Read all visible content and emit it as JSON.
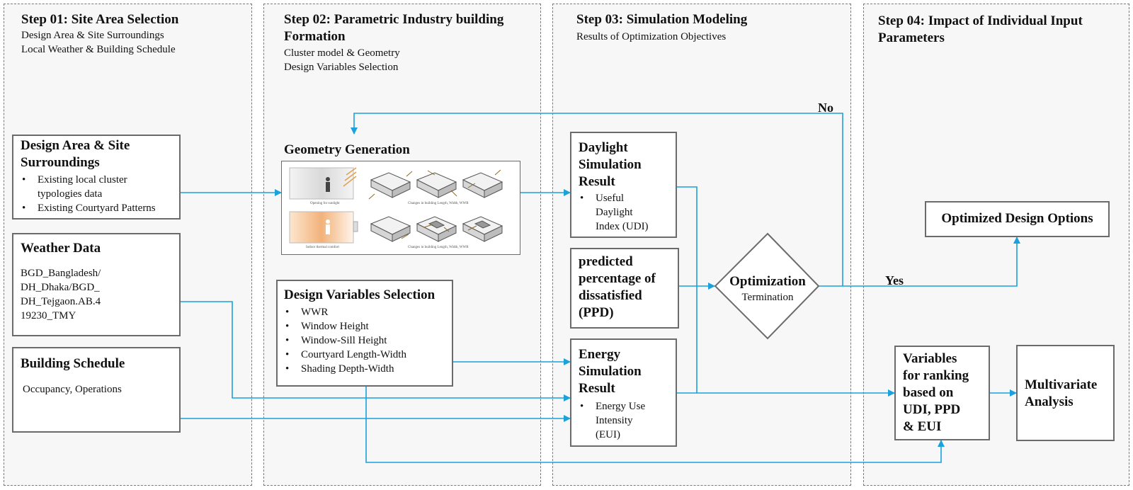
{
  "steps": [
    {
      "title": "Step 01: Site Area Selection",
      "subtitle": "Design Area & Site Surroundings\nLocal Weather & Building Schedule"
    },
    {
      "title": "Step 02: Parametric Industry building\nFormation",
      "subtitle": "Cluster model & Geometry\nDesign Variables Selection"
    },
    {
      "title": "Step 03: Simulation Modeling",
      "subtitle": "Results of Optimization Objectives"
    },
    {
      "title": "Step 04: Impact of Individual Input\nParameters",
      "subtitle": ""
    }
  ],
  "site_box": {
    "title": "Design Area & Site\nSurroundings",
    "bullets": [
      "Existing local cluster\ntypologies data",
      "Existing Courtyard Patterns"
    ]
  },
  "weather_box": {
    "title": "Weather Data",
    "text": "BGD_Bangladesh/\nDH_Dhaka/BGD_\nDH_Tejgaon.AB.4\n19230_TMY"
  },
  "schedule_box": {
    "title": "Building Schedule",
    "text": "Occupancy, Operations"
  },
  "geometry": {
    "title": "Geometry Generation",
    "captions": [
      "Opening for sunlight",
      "Changes in building Length, Width, WWR",
      "Indoor thermal comfort",
      "Changes in building Length, Width, WWR"
    ]
  },
  "design_vars": {
    "title": "Design Variables Selection",
    "bullets": [
      "WWR",
      "Window Height",
      "Window-Sill Height",
      "Courtyard Length-Width",
      "Shading Depth-Width"
    ]
  },
  "daylight": {
    "title": "Daylight\nSimulation\nResult",
    "bullets": [
      "Useful\nDaylight\nIndex (UDI)"
    ]
  },
  "ppd": {
    "title": "predicted\npercentage of\ndissatisfied\n(PPD)"
  },
  "energy": {
    "title": "Energy\nSimulation\nResult",
    "bullets": [
      "Energy Use\nIntensity\n(EUI)"
    ]
  },
  "optimization": {
    "title": "Optimization",
    "subtitle": "Termination"
  },
  "labels": {
    "no": "No",
    "yes": "Yes"
  },
  "optimized": {
    "title": "Optimized Design Options"
  },
  "ranking": {
    "title": "Variables\nfor ranking\nbased on\nUDI, PPD\n& EUI"
  },
  "multivariate": {
    "title": "Multivariate\nAnalysis"
  },
  "colors": {
    "arrow": "#1ba1dc",
    "box_border": "#6b6b6b",
    "panel_bg": "#f7f7f7"
  }
}
